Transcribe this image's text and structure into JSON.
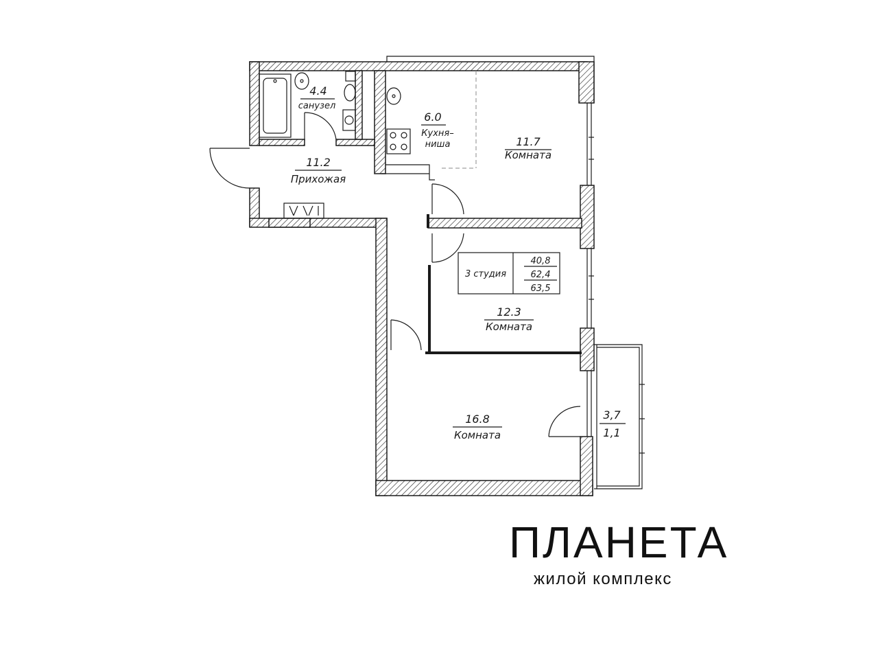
{
  "rooms": {
    "bathroom": {
      "area": "4.4",
      "name": "санузел"
    },
    "kitchen": {
      "area": "6.0",
      "name_line1": "Кухня–",
      "name_line2": "ниша"
    },
    "room_top": {
      "area": "11.7",
      "name": "Комната"
    },
    "hallway": {
      "area": "11.2",
      "name": "Прихожая"
    },
    "room_mid": {
      "area": "12.3",
      "name": "Комната"
    },
    "room_big": {
      "area": "16.8",
      "name": "Комната"
    },
    "balcony": {
      "area": "3,7",
      "reduced_area": "1,1"
    }
  },
  "apartment_info": {
    "type": "3 студия",
    "living_area": "40,8",
    "total_area": "62,4",
    "total_with_balcony": "63,5"
  },
  "branding": {
    "title": "ПЛАНЕТА",
    "subtitle": "жилой комплекс"
  }
}
